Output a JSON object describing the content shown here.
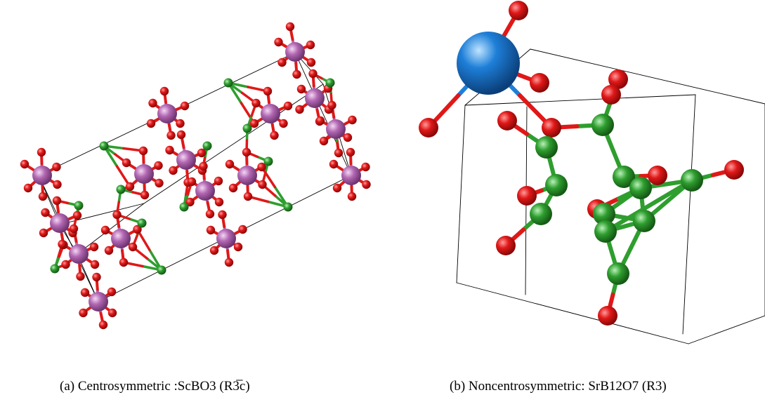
{
  "captions": {
    "a": "(a) Centrosymmetric :ScBO3 (R3̅c)",
    "b": "(b) Noncentrosymmetric: SrB12O7 (R3)"
  },
  "colors": {
    "scandium": "#b267b2",
    "strontium": "#1e7fd8",
    "boron": "#2e9e2e",
    "oxygen": "#e01818",
    "cell_edge": "#000000"
  },
  "panels": {
    "a": {
      "structure": "ScBO3",
      "space_group": "R3̅c",
      "symmetry": "centrosymmetric"
    },
    "b": {
      "structure": "SrB12O7",
      "space_group": "R3",
      "symmetry": "noncentrosymmetric"
    }
  }
}
